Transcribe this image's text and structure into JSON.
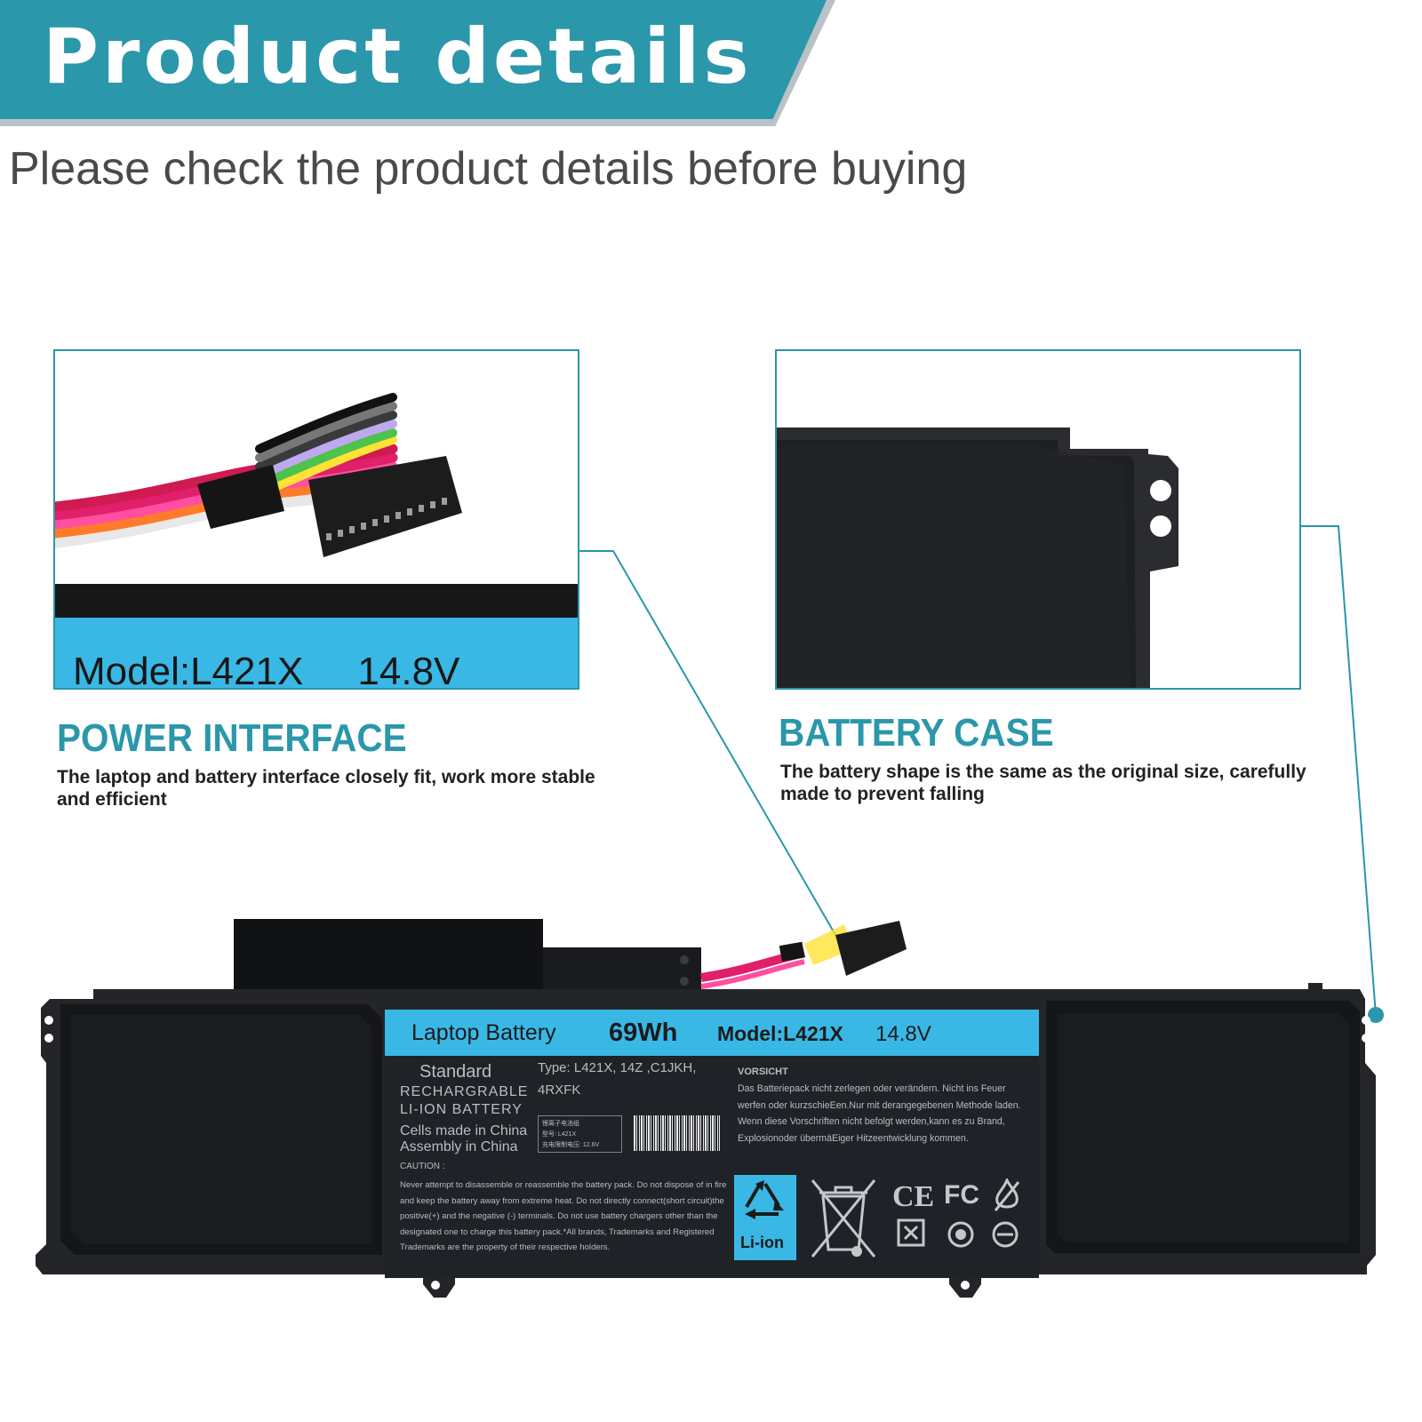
{
  "header": {
    "title": "Product details",
    "subtitle": "Please check the product details before buying"
  },
  "features": [
    {
      "title": "POWER INTERFACE",
      "description": "The laptop and battery interface closely fit, work more stable and efficient",
      "zoom_label": "Model:L421X     14.8V"
    },
    {
      "title": "BATTERY CASE",
      "description": "The battery shape is the same as the original size, carefully made to prevent falling"
    }
  ],
  "battery_label": {
    "strip": {
      "product": "Laptop Battery",
      "capacity": "69Wh",
      "model": "Model:L421X",
      "voltage": "14.8V"
    },
    "standard": "Standard",
    "rechargeable": "RECHARGRABLE",
    "li_ion_battery": "LI-ION BATTERY",
    "cells": "Cells made in China",
    "assembly": "Assembly in China",
    "type_line1": "Type: L421X, 14Z ,C1JKH,",
    "type_line2": "4RXFK",
    "cn_line1": "锂离子电池组",
    "cn_line2": "型号: L421X",
    "cn_line3": "充电限制电压: 12.6V",
    "caution_title": "CAUTION :",
    "caution_text": "Never attempt to disassemble or reassemble the battery pack. Do not dispose of in fire and keep the battery away from extreme heat. Do not directly connect(short circuit)the positive(+) and the negative (-) terminals. Do not use battery chargers other than the designated one to charge this battery pack.*All brands, Trademarks and Registered Trademarks are the property of their respective holders.",
    "vorsicht_title": "VORSICHT",
    "vorsicht_text": "Das Batteriepack nicht zerlegen oder verändern. Nicht ins Feuer werfen oder kurzschieEen.Nur mit derangegebenen Methode laden. Wenn diese Vorschriften nicht befolgt werden,kann es zu Brand, Explosionoder übermäEiger Hitzeentwicklung kommen.",
    "recycle_label": "Li-ion",
    "cert_ce": "CE",
    "cert_fc": "FC",
    "colors": {
      "strip": "#39b8e6",
      "body": "#1f2226",
      "accent": "#2a97aa"
    }
  }
}
